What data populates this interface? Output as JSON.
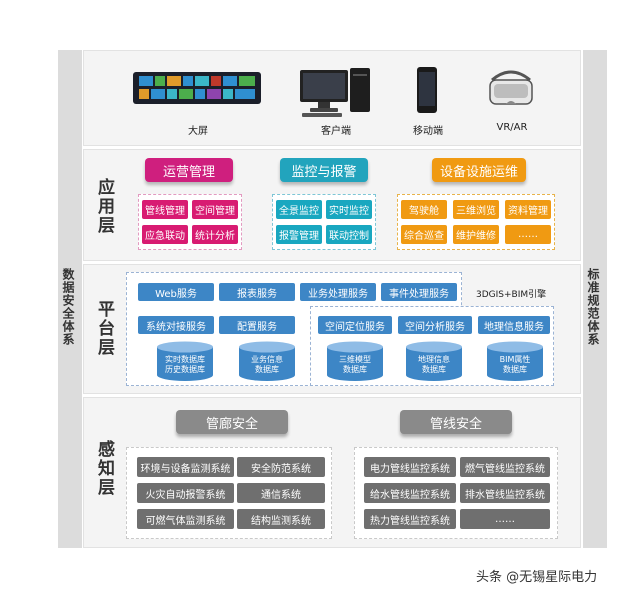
{
  "sidebars": {
    "left": "数据安全体系",
    "right": "标准规范体系"
  },
  "devices": [
    {
      "icon": "large-screen-icon",
      "label": "大屏"
    },
    {
      "icon": "desktop-computer-icon",
      "label": "客户端"
    },
    {
      "icon": "mobile-phone-icon",
      "label": "移动端"
    },
    {
      "icon": "vr-headset-icon",
      "label": "VR/AR"
    }
  ],
  "application": {
    "label": "应用层",
    "groups": [
      {
        "title": "运营管理",
        "items": [
          "管线管理",
          "空间管理",
          "应急联动",
          "统计分析"
        ]
      },
      {
        "title": "监控与报警",
        "items": [
          "全景监控",
          "实时监控",
          "报警管理",
          "联动控制"
        ]
      },
      {
        "title": "设备设施运维",
        "items": [
          "驾驶舱",
          "三维浏览",
          "资料管理",
          "综合巡查",
          "维护维修",
          "……"
        ]
      }
    ]
  },
  "platform": {
    "label": "平台层",
    "row1": [
      "Web服务",
      "报表服务",
      "业务处理服务",
      "事件处理服务"
    ],
    "engine": "3DGIS+BIM引擎",
    "row2": [
      "系统对接服务",
      "配置服务"
    ],
    "row2_right": [
      "空间定位服务",
      "空间分析服务",
      "地理信息服务"
    ],
    "db_left": [
      "实时数据库\n历史数据库",
      "业务信息\n数据库"
    ],
    "db_right": [
      "三维模型\n数据库",
      "地理信息\n数据库",
      "BIM属性\n数据库"
    ]
  },
  "perception": {
    "label": "感知层",
    "groups": [
      {
        "title": "管廊安全",
        "items": [
          "环境与设备监测系统",
          "安全防范系统",
          "火灾自动报警系统",
          "通信系统",
          "可燃气体监测系统",
          "结构监测系统"
        ]
      },
      {
        "title": "管线安全",
        "items": [
          "电力管线监控系统",
          "燃气管线监控系统",
          "给水管线监控系统",
          "排水管线监控系统",
          "热力管线监控系统",
          "……"
        ]
      }
    ]
  },
  "credit": "头条 @无锡星际电力"
}
